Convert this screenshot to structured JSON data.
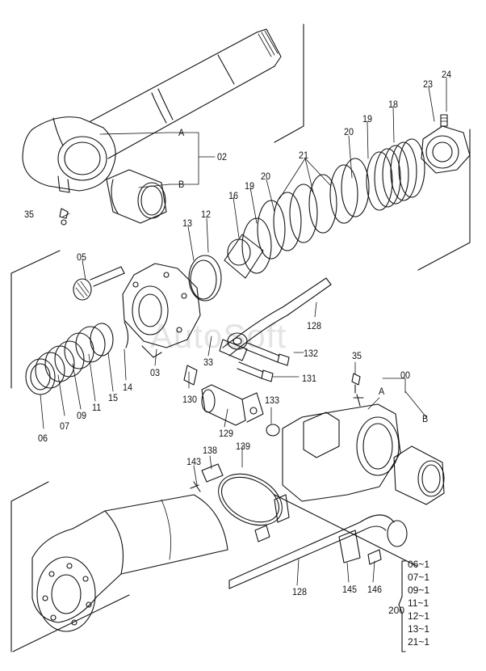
{
  "watermark": "AutoSoft",
  "callouts": {
    "p24": "24",
    "p23": "23",
    "p18": "18",
    "p19a": "19",
    "p20a": "20",
    "p21": "21",
    "p20b": "20",
    "p19b": "19",
    "p16": "16",
    "p12": "12",
    "p13": "13",
    "pA_top": "A",
    "pB_top": "B",
    "p02": "02",
    "p35a": "35",
    "p05": "05",
    "p128a": "128",
    "p132": "132",
    "p131": "131",
    "p33": "33",
    "p03": "03",
    "p14": "14",
    "p15": "15",
    "p11": "11",
    "p09": "09",
    "p07": "07",
    "p06": "06",
    "p35b": "35",
    "p00": "00",
    "pA_bot": "A",
    "pB_bot": "B",
    "p130": "130",
    "p133": "133",
    "p129": "129",
    "p143": "143",
    "p138": "138",
    "p139": "139",
    "p145": "145",
    "p146": "146",
    "p128b": "128"
  },
  "kit": {
    "label": "200",
    "items": [
      "06~1",
      "07~1",
      "09~1",
      "11~1",
      "12~1",
      "13~1",
      "21~1"
    ]
  }
}
